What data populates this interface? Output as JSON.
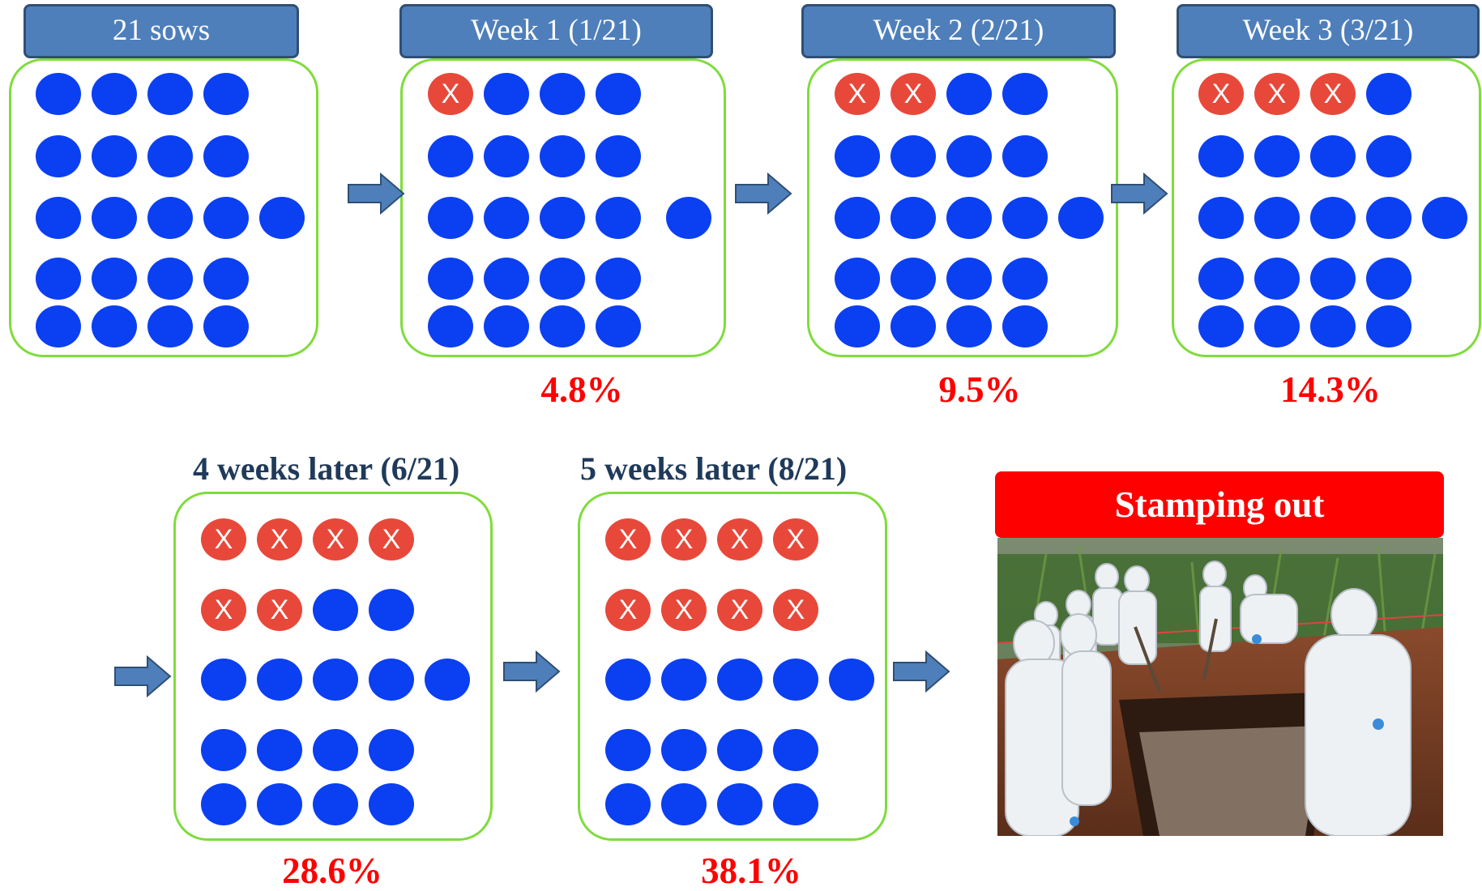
{
  "groups": [
    {
      "label": "21 sows",
      "dead": 0,
      "pct": ""
    },
    {
      "label": "Week 1 (1/21)",
      "dead": 1,
      "pct": "4.8%"
    },
    {
      "label": "Week 2 (2/21)",
      "dead": 2,
      "pct": "9.5%"
    },
    {
      "label": "Week 3 (3/21)",
      "dead": 3,
      "pct": "14.3%"
    },
    {
      "label": "4 weeks later (6/21)",
      "dead": 6,
      "pct": "28.6%"
    },
    {
      "label": "5 weeks later (8/21)",
      "dead": 8,
      "pct": "38.1%"
    }
  ],
  "pen": {
    "total": 21,
    "row_sizes": [
      4,
      4,
      5,
      4,
      4
    ],
    "dead_mark": "X"
  },
  "final": {
    "label": "Stamping out"
  },
  "colors": {
    "alive": "#0b3ff2",
    "dead": "#e8483a",
    "percent": "#ff0000",
    "pen_border": "#7fdc3c",
    "label_box": "#4f7fba",
    "banner": "#ff0000"
  },
  "icons": {
    "arrow": "right-arrow-icon",
    "dead_marker": "x-mark"
  }
}
